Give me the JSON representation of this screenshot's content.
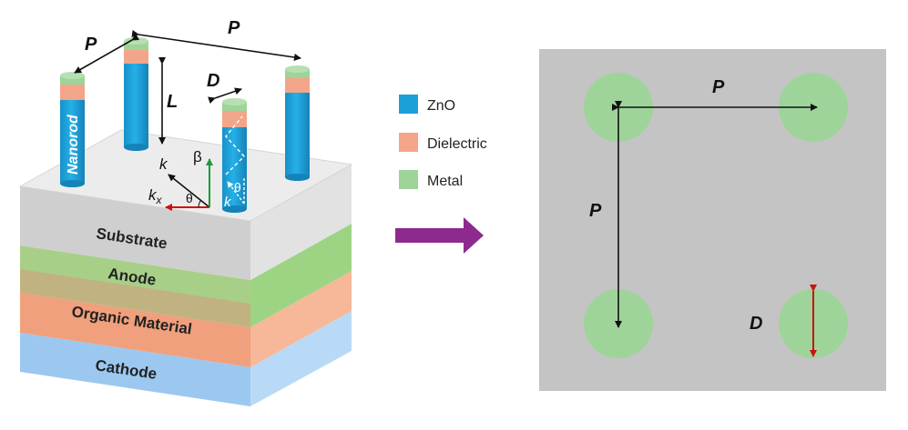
{
  "left_figure": {
    "labels": {
      "pitch_1": "P",
      "pitch_2": "P",
      "length": "L",
      "diameter": "D",
      "nanorod": "Nanorod",
      "k": "k",
      "k_x": "k",
      "k_x_sub": "x",
      "beta": "β",
      "theta_1": "θ",
      "theta_2": "θ",
      "k_inner": "k"
    },
    "layers": [
      "Substrate",
      "Anode",
      "Organic Material",
      "Cathode"
    ],
    "colors": {
      "substrate_top": "#e8e8e8",
      "substrate_side": "#c8c8c8",
      "anode": "#8ccd6e",
      "organic": "#f4a07a",
      "cathode": "#9cc8f0",
      "zno": "#1ba0d8",
      "dielectric": "#f3a58a",
      "metal": "#9ed49a"
    }
  },
  "legend": {
    "items": [
      {
        "label": "ZnO",
        "color": "#1ba0d8"
      },
      {
        "label": "Dielectric",
        "color": "#f3a58a"
      },
      {
        "label": "Metal",
        "color": "#9ed49a"
      }
    ]
  },
  "arrow_color": "#8e2a8e",
  "right_figure": {
    "labels": {
      "pitch_h": "P",
      "pitch_v": "P",
      "diameter": "D"
    },
    "background": "#c4c4c4",
    "disk_color": "#9ed49a"
  }
}
